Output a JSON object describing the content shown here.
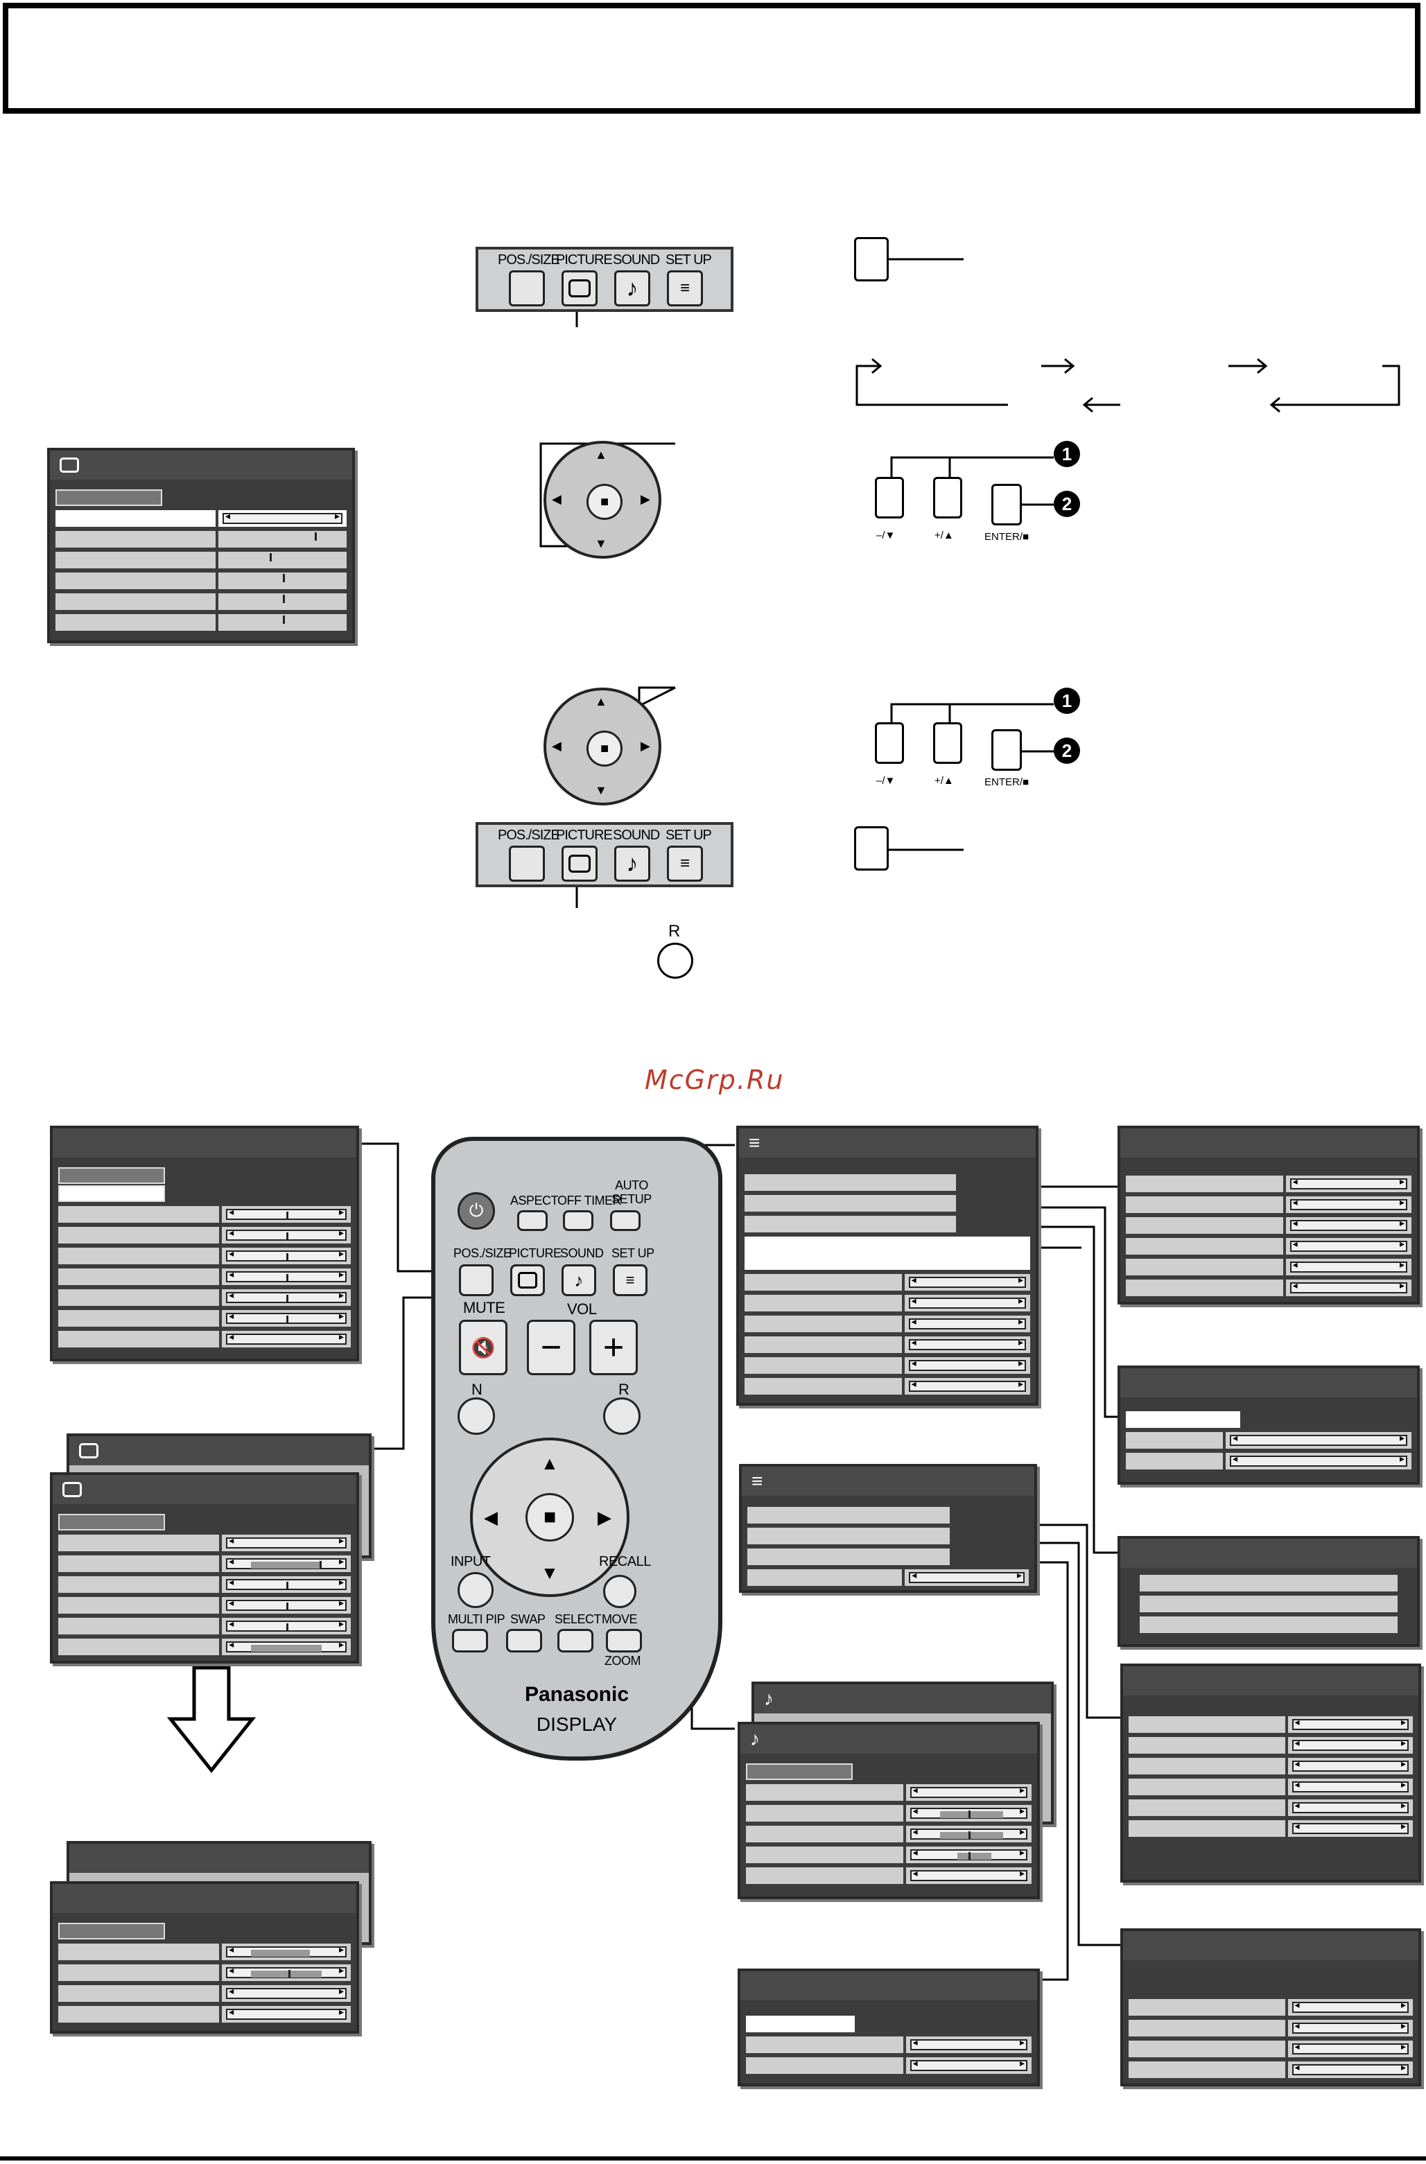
{
  "watermark": "McGrp.Ru",
  "button_strip": {
    "labels": [
      "POS./SIZE",
      "PICTURE",
      "SOUND",
      "SET UP"
    ]
  },
  "step_keys": {
    "minus_down": "–/▼",
    "plus_up": "+/▲",
    "enter": "ENTER/■",
    "badge1": "1",
    "badge2": "2"
  },
  "r_button_label": "R",
  "remote": {
    "aspect": "ASPECT",
    "off_timer": "OFF TIMER",
    "auto_setup": "AUTO\nSETUP",
    "pos_size": "POS./SIZE",
    "picture": "PICTURE",
    "sound": "SOUND",
    "set_up": "SET UP",
    "mute": "MUTE",
    "vol": "VOL",
    "minus": "−",
    "plus": "+",
    "n": "N",
    "r": "R",
    "input": "INPUT",
    "recall": "RECALL",
    "multi_pip": "MULTI PIP",
    "swap": "SWAP",
    "select": "SELECT",
    "move": "MOVE",
    "zoom": "ZOOM",
    "brand": "Panasonic",
    "display": "DISPLAY"
  },
  "icons": {
    "picture": "picture-icon",
    "sound": "note-icon",
    "setup": "list-icon",
    "power": "power-icon",
    "mute": "speaker-mute-icon"
  }
}
